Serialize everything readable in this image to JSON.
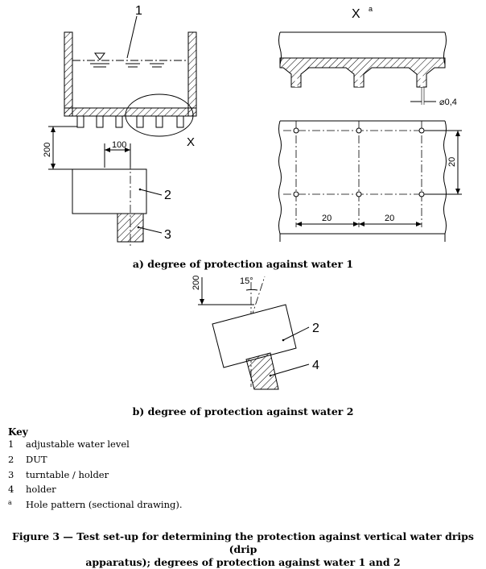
{
  "labels": {
    "item1": "1",
    "item2": "2",
    "item3": "3",
    "item4": "4",
    "detail": "X",
    "detail_ref": "a"
  },
  "dims": {
    "height_a": "200",
    "offset": "100",
    "diameter": "⌀0,4",
    "spacing_v": "20",
    "spacing_h1": "20",
    "spacing_h2": "20",
    "height_b": "200",
    "angle": "15°"
  },
  "captions": {
    "a": "a) degree of protection against water 1",
    "b": "b) degree of protection against water 2"
  },
  "key": {
    "title": "Key",
    "items": [
      {
        "num": "1",
        "text": "adjustable water level"
      },
      {
        "num": "2",
        "text": "DUT"
      },
      {
        "num": "3",
        "text": "turntable / holder"
      },
      {
        "num": "4",
        "text": "holder"
      },
      {
        "num": "a",
        "text": "Hole pattern (sectional drawing)."
      }
    ]
  },
  "figure_title": {
    "line1": "Figure 3 — Test set-up for determining the protection against vertical water drips (drip",
    "line2": "apparatus); degrees of protection against water 1 and 2"
  }
}
